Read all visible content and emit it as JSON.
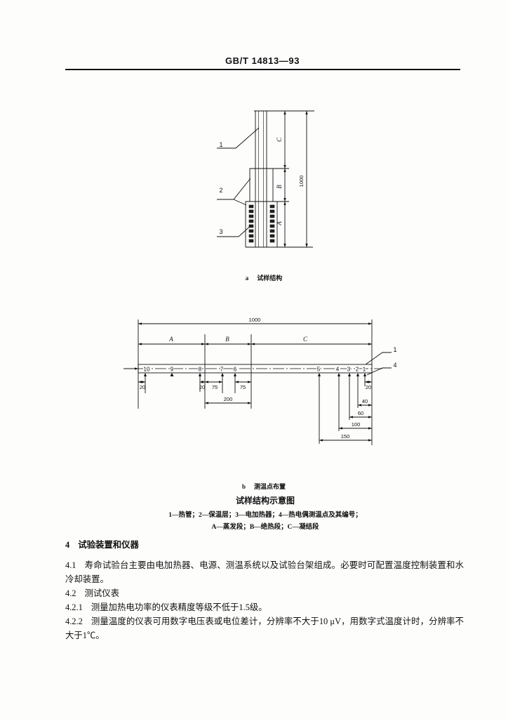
{
  "header": {
    "code": "GB/T 14813—93"
  },
  "figure_a": {
    "callouts": [
      "1",
      "2",
      "3"
    ],
    "section_labels": [
      "C",
      "B",
      "A"
    ],
    "overall_length": "1000",
    "caption_label": "a",
    "caption_text": "试样结构"
  },
  "figure_b": {
    "overall_length": "1000",
    "sections": [
      "A",
      "B",
      "C"
    ],
    "points": [
      "10",
      "9",
      "8",
      "7",
      "6",
      "5",
      "4",
      "3",
      "2",
      "1"
    ],
    "callouts": [
      "1",
      "4"
    ],
    "dimensions_left": [
      "20",
      "20",
      "75",
      "75",
      "200"
    ],
    "dimensions_right": [
      "20",
      "40",
      "60",
      "100",
      "150"
    ],
    "caption_label": "b",
    "caption_text": "测温点布置"
  },
  "figure_title": "试样结构示意图",
  "legend": [
    "1—热管；2—保温层；3—电加热器；4—热电偶测温点及其编号；",
    "A—蒸发段；B—绝热段；C—凝结段"
  ],
  "section4": {
    "heading_num": "4",
    "heading": "试验装置和仪器",
    "clauses": [
      {
        "num": "4.1",
        "text": "寿命试验台主要由电加热器、电源、测温系统以及试验台架组成。必要时可配置温度控制装置和水冷却装置。"
      },
      {
        "num": "4.2",
        "text": "测试仪表"
      },
      {
        "num": "4.2.1",
        "text": "测量加热电功率的仪表精度等级不低于1.5级。"
      },
      {
        "num": "4.2.2",
        "text": "测量温度的仪表可用数字电压表或电位差计，分辨率不大于10 μV，用数字式温度计时，分辨率不大于1℃。"
      }
    ]
  }
}
